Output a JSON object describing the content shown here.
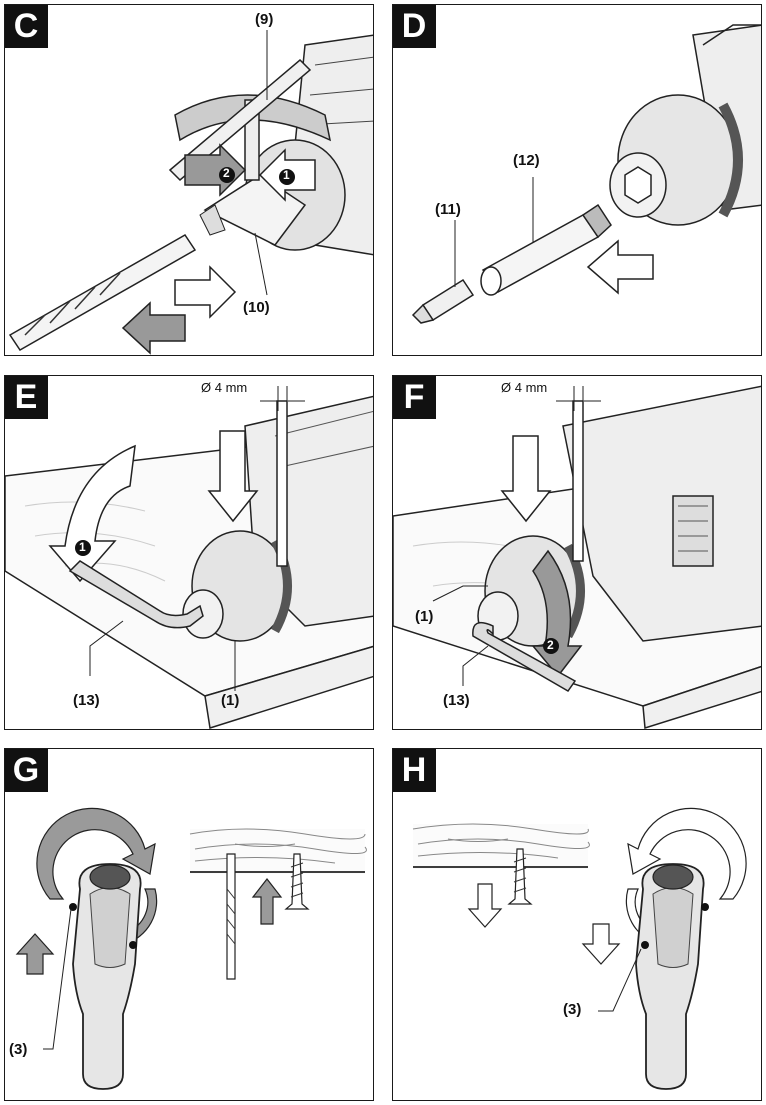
{
  "panels": {
    "c": {
      "letter": "C",
      "labels": {
        "l9": "(9)",
        "l10": "(10)"
      },
      "steps": {
        "s1": "1",
        "s2": "2"
      }
    },
    "d": {
      "letter": "D",
      "labels": {
        "l11": "(11)",
        "l12": "(12)"
      }
    },
    "e": {
      "letter": "E",
      "dimension": "Ø 4 mm",
      "labels": {
        "l13": "(13)",
        "l1": "(1)"
      },
      "steps": {
        "s1": "1"
      }
    },
    "f": {
      "letter": "F",
      "dimension": "Ø 4 mm",
      "labels": {
        "l1": "(1)",
        "l13": "(13)"
      },
      "steps": {
        "s2": "2"
      }
    },
    "g": {
      "letter": "G",
      "labels": {
        "l3": "(3)"
      }
    },
    "h": {
      "letter": "H",
      "labels": {
        "l3": "(3)"
      }
    }
  },
  "colors": {
    "frame": "#1a1a1a",
    "grey_arrow": "#9a9a9a",
    "light_grey": "#d9d9d9",
    "chuck_dark": "#555555"
  }
}
